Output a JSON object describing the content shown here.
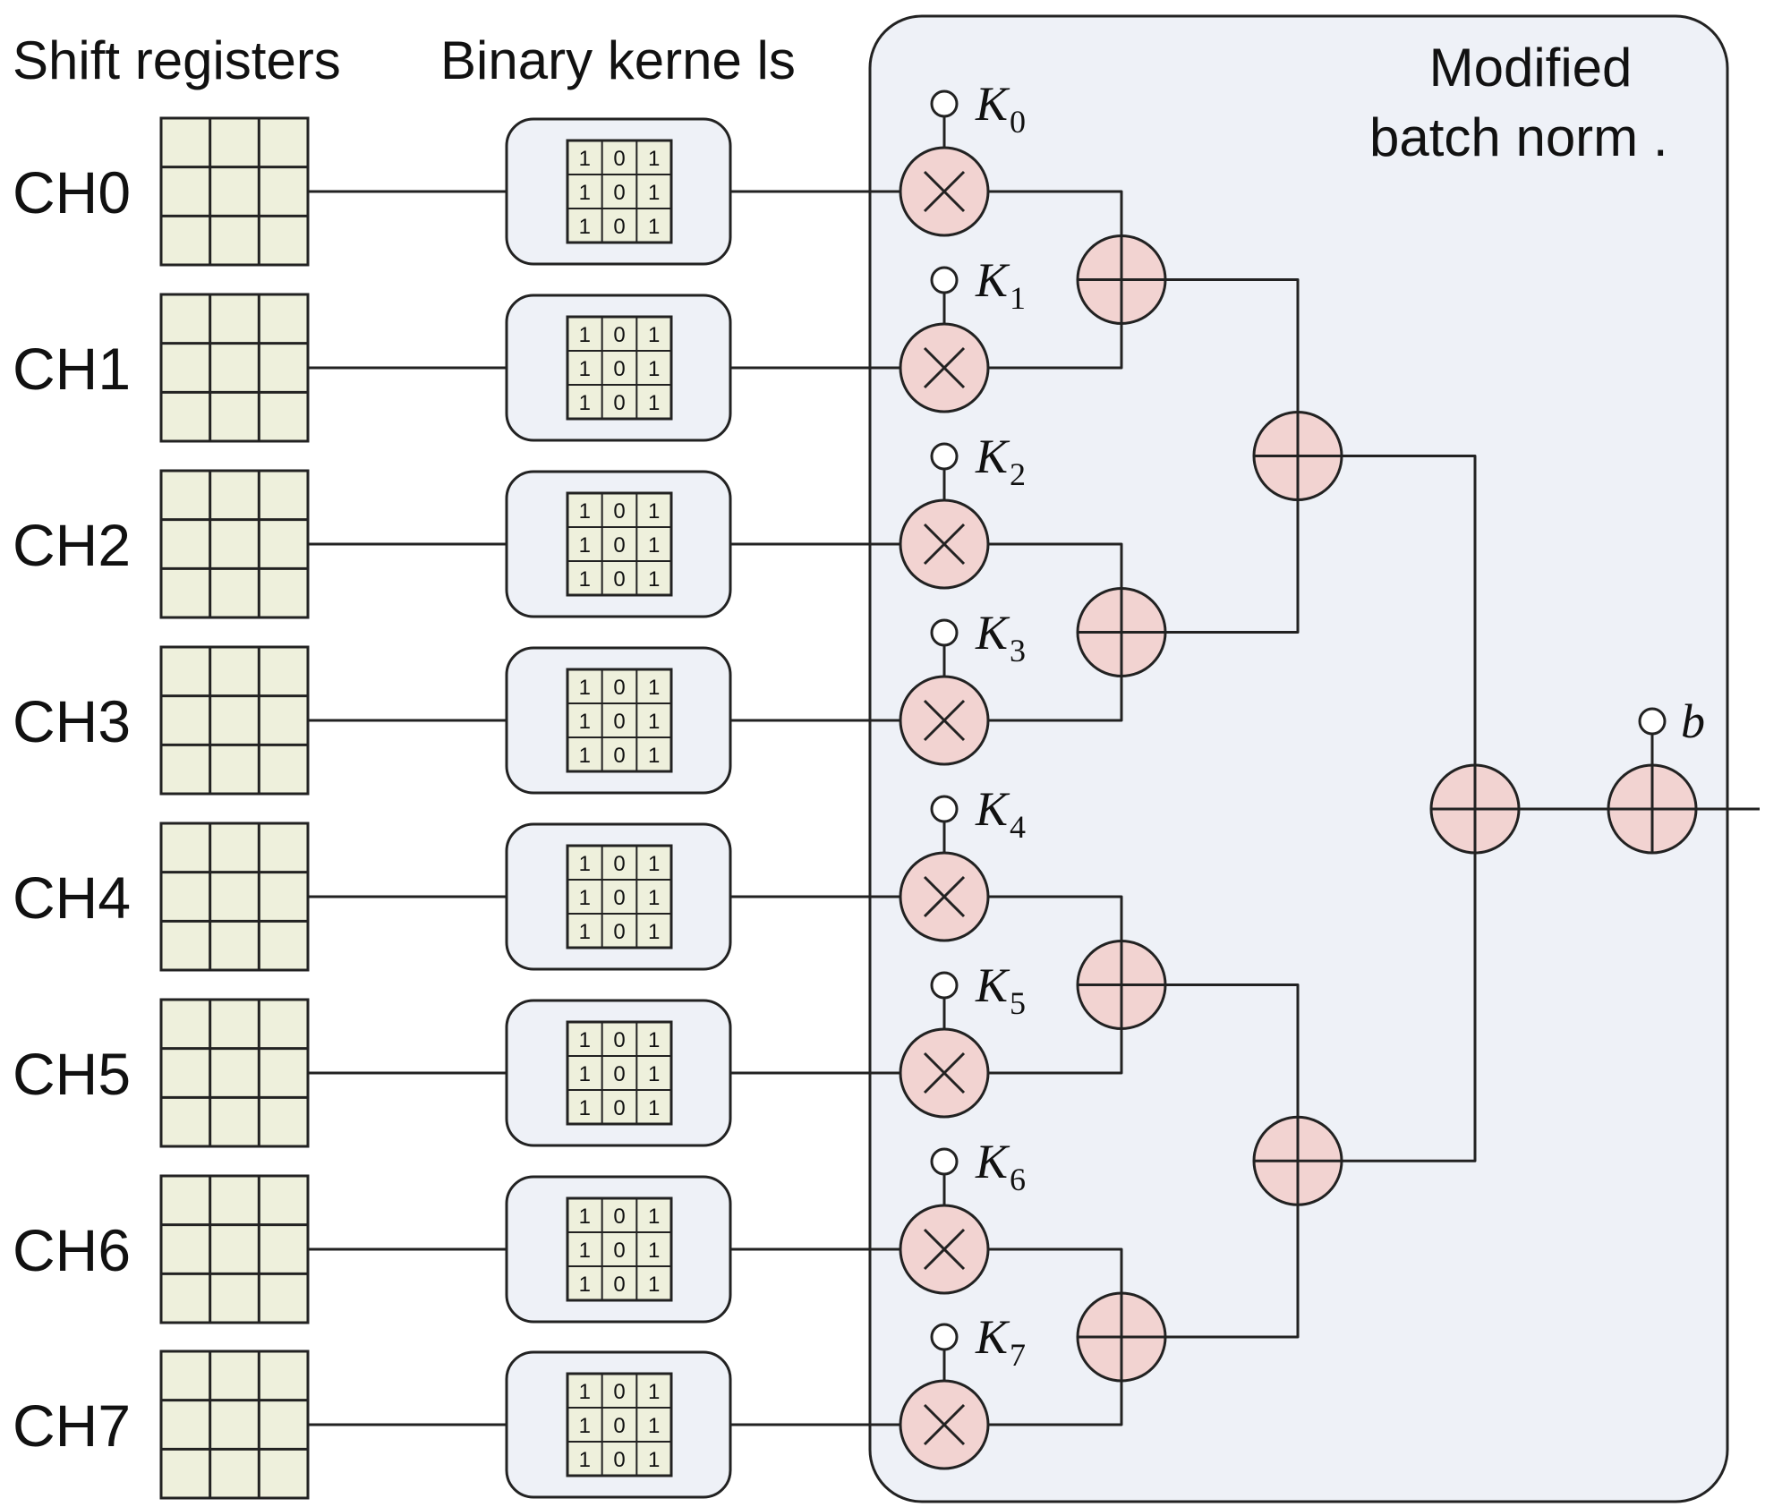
{
  "headers": {
    "shift_registers": "Shift registers",
    "binary_kernels": "Binary kerne ls",
    "batch_norm_line1": "Modified",
    "batch_norm_line2": "batch norm ."
  },
  "channels": [
    {
      "label": "CH0",
      "coef": "K",
      "sub": "0",
      "kernel": [
        [
          "1",
          "0",
          "1"
        ],
        [
          "1",
          "0",
          "1"
        ],
        [
          "1",
          "0",
          "1"
        ]
      ]
    },
    {
      "label": "CH1",
      "coef": "K",
      "sub": "1",
      "kernel": [
        [
          "1",
          "0",
          "1"
        ],
        [
          "1",
          "0",
          "1"
        ],
        [
          "1",
          "0",
          "1"
        ]
      ]
    },
    {
      "label": "CH2",
      "coef": "K",
      "sub": "2",
      "kernel": [
        [
          "1",
          "0",
          "1"
        ],
        [
          "1",
          "0",
          "1"
        ],
        [
          "1",
          "0",
          "1"
        ]
      ]
    },
    {
      "label": "CH3",
      "coef": "K",
      "sub": "3",
      "kernel": [
        [
          "1",
          "0",
          "1"
        ],
        [
          "1",
          "0",
          "1"
        ],
        [
          "1",
          "0",
          "1"
        ]
      ]
    },
    {
      "label": "CH4",
      "coef": "K",
      "sub": "4",
      "kernel": [
        [
          "1",
          "0",
          "1"
        ],
        [
          "1",
          "0",
          "1"
        ],
        [
          "1",
          "0",
          "1"
        ]
      ]
    },
    {
      "label": "CH5",
      "coef": "K",
      "sub": "5",
      "kernel": [
        [
          "1",
          "0",
          "1"
        ],
        [
          "1",
          "0",
          "1"
        ],
        [
          "1",
          "0",
          "1"
        ]
      ]
    },
    {
      "label": "CH6",
      "coef": "K",
      "sub": "6",
      "kernel": [
        [
          "1",
          "0",
          "1"
        ],
        [
          "1",
          "0",
          "1"
        ],
        [
          "1",
          "0",
          "1"
        ]
      ]
    },
    {
      "label": "CH7",
      "coef": "K",
      "sub": "7",
      "kernel": [
        [
          "1",
          "0",
          "1"
        ],
        [
          "1",
          "0",
          "1"
        ],
        [
          "1",
          "0",
          "1"
        ]
      ]
    }
  ],
  "bias_label": "b",
  "colors": {
    "register_fill": "#eef0dc",
    "kernel_box_fill": "#eef1f7",
    "panel_fill": "#eef1f7",
    "operator_fill": "#f2d3d1",
    "stroke": "#222222"
  }
}
